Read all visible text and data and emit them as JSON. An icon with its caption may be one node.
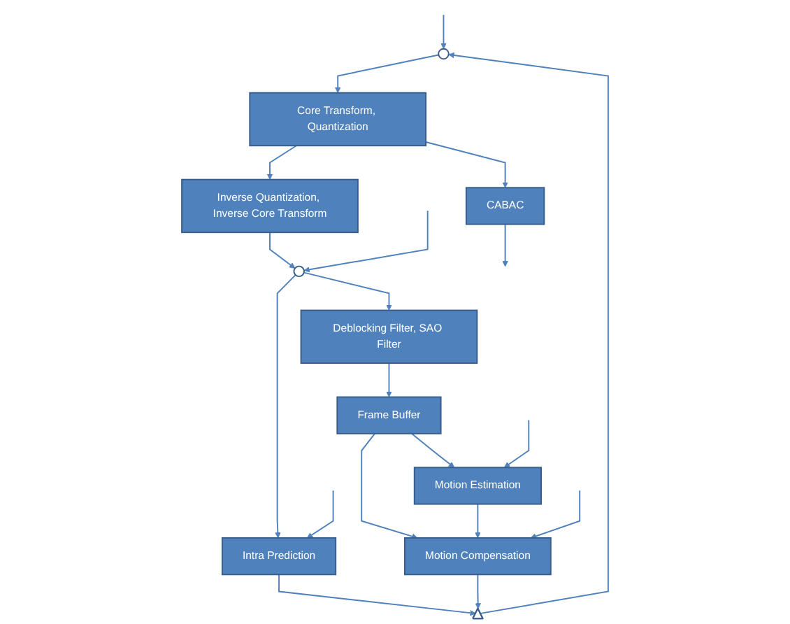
{
  "diagram": {
    "nodes": [
      {
        "text": [],
        "shape": "circle"
      },
      {
        "text": [
          "Core Transform, Quantization"
        ]
      },
      {
        "text": [
          "CABAC"
        ]
      },
      {
        "text": [
          "Inverse Quantization, Inverse Core Transform"
        ]
      },
      {
        "text": [],
        "shape": "circle"
      },
      {
        "text": [
          "Intra Prediction"
        ]
      },
      {
        "text": [],
        "shape": "switch"
      },
      {
        "text": [
          "Deblocking Filter, SAO Filter"
        ]
      },
      {
        "text": [
          "Motion Compensation"
        ]
      },
      {
        "text": [
          "Motion Estimation"
        ]
      },
      {
        "text": [
          "Frame Buffer"
        ]
      }
    ],
    "edges": [
      {
        "from": null,
        "to": 0,
        "arrow": "to"
      },
      {
        "from": 0,
        "to": 1,
        "arrow": "to"
      },
      {
        "from": 1,
        "to": 2,
        "arrow": "to"
      },
      {
        "from": 2,
        "to": null,
        "arrow": "to"
      },
      {
        "from": 1,
        "to": 3,
        "arrow": "to"
      },
      {
        "from": 3,
        "to": 4,
        "arrow": "to"
      },
      {
        "from": null,
        "to": 4,
        "arrow": "to"
      },
      {
        "from": 4,
        "to": 7,
        "arrow": "to"
      },
      {
        "from": 4,
        "to": 5,
        "arrow": "to"
      },
      {
        "from": null,
        "to": 5,
        "arrow": "to"
      },
      {
        "from": 5,
        "to": 6,
        "arrow": "to"
      },
      {
        "from": 8,
        "to": 6,
        "arrow": "to"
      },
      {
        "from": 6,
        "to": 0,
        "arrow": "to"
      },
      {
        "from": 7,
        "to": 10,
        "arrow": "to"
      },
      {
        "from": 10,
        "to": 9,
        "arrow": "to"
      },
      {
        "from": 10,
        "to": 8,
        "arrow": "to"
      },
      {
        "from": 9,
        "to": 8,
        "arrow": "to"
      },
      {
        "from": null,
        "to": 8,
        "arrow": "to"
      },
      {
        "from": null,
        "to": 9,
        "arrow": "to"
      }
    ]
  }
}
